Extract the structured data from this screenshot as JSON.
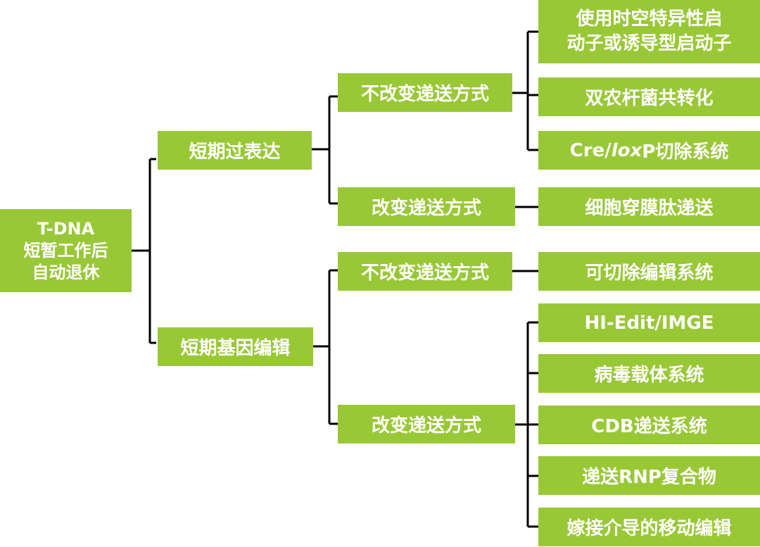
{
  "root": {
    "lines": [
      "T-DNA",
      "短暂工作后",
      "自动退休"
    ]
  },
  "branches": [
    {
      "label": "短期过表达",
      "children": [
        {
          "label": "不改变递送方式",
          "leaves": [
            "使用时空特异性启动子或诱导型启动子",
            "双农杆菌共转化",
            "Cre/loxP切除系统"
          ],
          "leaf_lines_0": [
            "使用时空特异性启",
            "动子或诱导型启动子"
          ],
          "cre_parts": [
            "Cre/",
            "lox",
            "P切除系统"
          ]
        },
        {
          "label": "改变递送方式",
          "leaves": [
            "细胞穿膜肽递送"
          ]
        }
      ]
    },
    {
      "label": "短期基因编辑",
      "children": [
        {
          "label": "不改变递送方式",
          "leaves": [
            "可切除编辑系统"
          ]
        },
        {
          "label": "改变递送方式",
          "leaves": [
            "HI-Edit/IMGE",
            "病毒载体系统",
            "CDB递送系统",
            "递送RNP复合物",
            "嫁接介导的移动编辑"
          ]
        }
      ]
    }
  ],
  "colors": {
    "node_fill": "#99c837",
    "node_text": "#ffffff",
    "connector": "#000000"
  }
}
